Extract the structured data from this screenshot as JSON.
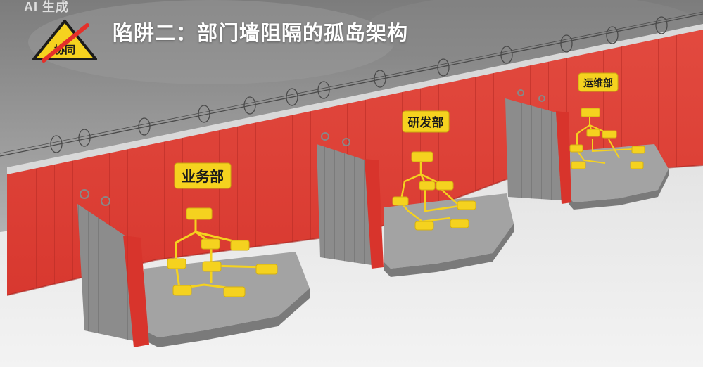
{
  "header": {
    "watermark": "AI 生成",
    "warning_sign_text": "协同",
    "title": "陷阱二：部门墙阻隔的孤岛架构"
  },
  "departments": [
    {
      "label": "业务部"
    },
    {
      "label": "研发部"
    },
    {
      "label": "运维部"
    }
  ],
  "colors": {
    "wall_red": "#e8413b",
    "wall_red_dark": "#c2302c",
    "concrete": "#8a8a8a",
    "concrete_dark": "#6f6f6f",
    "sign_yellow": "#f5d21f",
    "floor": "#ededed",
    "sky": "#8d8d8d"
  }
}
